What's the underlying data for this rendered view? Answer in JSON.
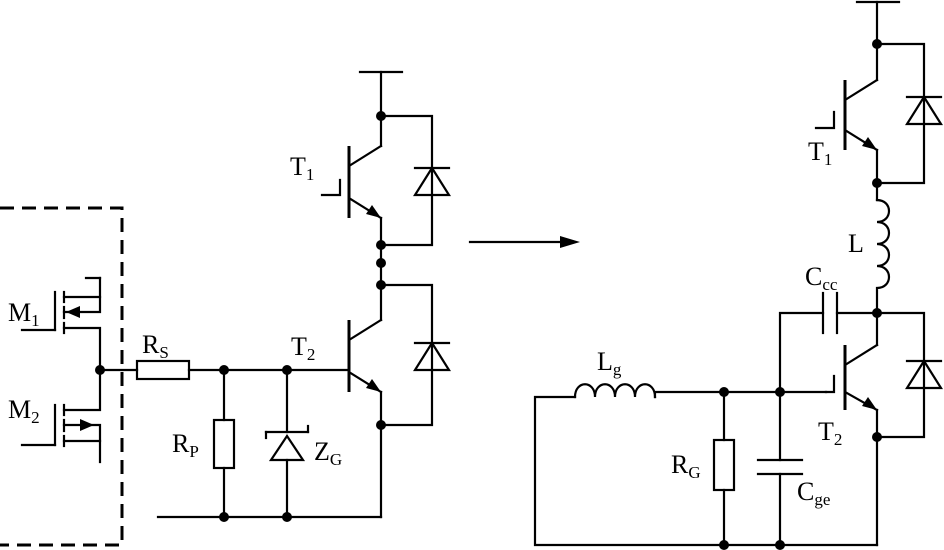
{
  "left_circuit": {
    "m1": {
      "main": "M",
      "sub": "1"
    },
    "m2": {
      "main": "M",
      "sub": "2"
    },
    "rs": {
      "main": "R",
      "sub": "S"
    },
    "rp": {
      "main": "R",
      "sub": "P"
    },
    "zg": {
      "main": "Z",
      "sub": "G"
    },
    "t1": {
      "main": "T",
      "sub": "1"
    },
    "t2": {
      "main": "T",
      "sub": "2"
    }
  },
  "right_circuit": {
    "t1": {
      "main": "T",
      "sub": "1"
    },
    "t2": {
      "main": "T",
      "sub": "2"
    },
    "l": {
      "main": "L"
    },
    "ccc": {
      "main": "C",
      "sub": "cc"
    },
    "lg": {
      "main": "L",
      "sub": "g"
    },
    "rg": {
      "main": "R",
      "sub": "G"
    },
    "cge": {
      "main": "C",
      "sub": "ge"
    }
  }
}
